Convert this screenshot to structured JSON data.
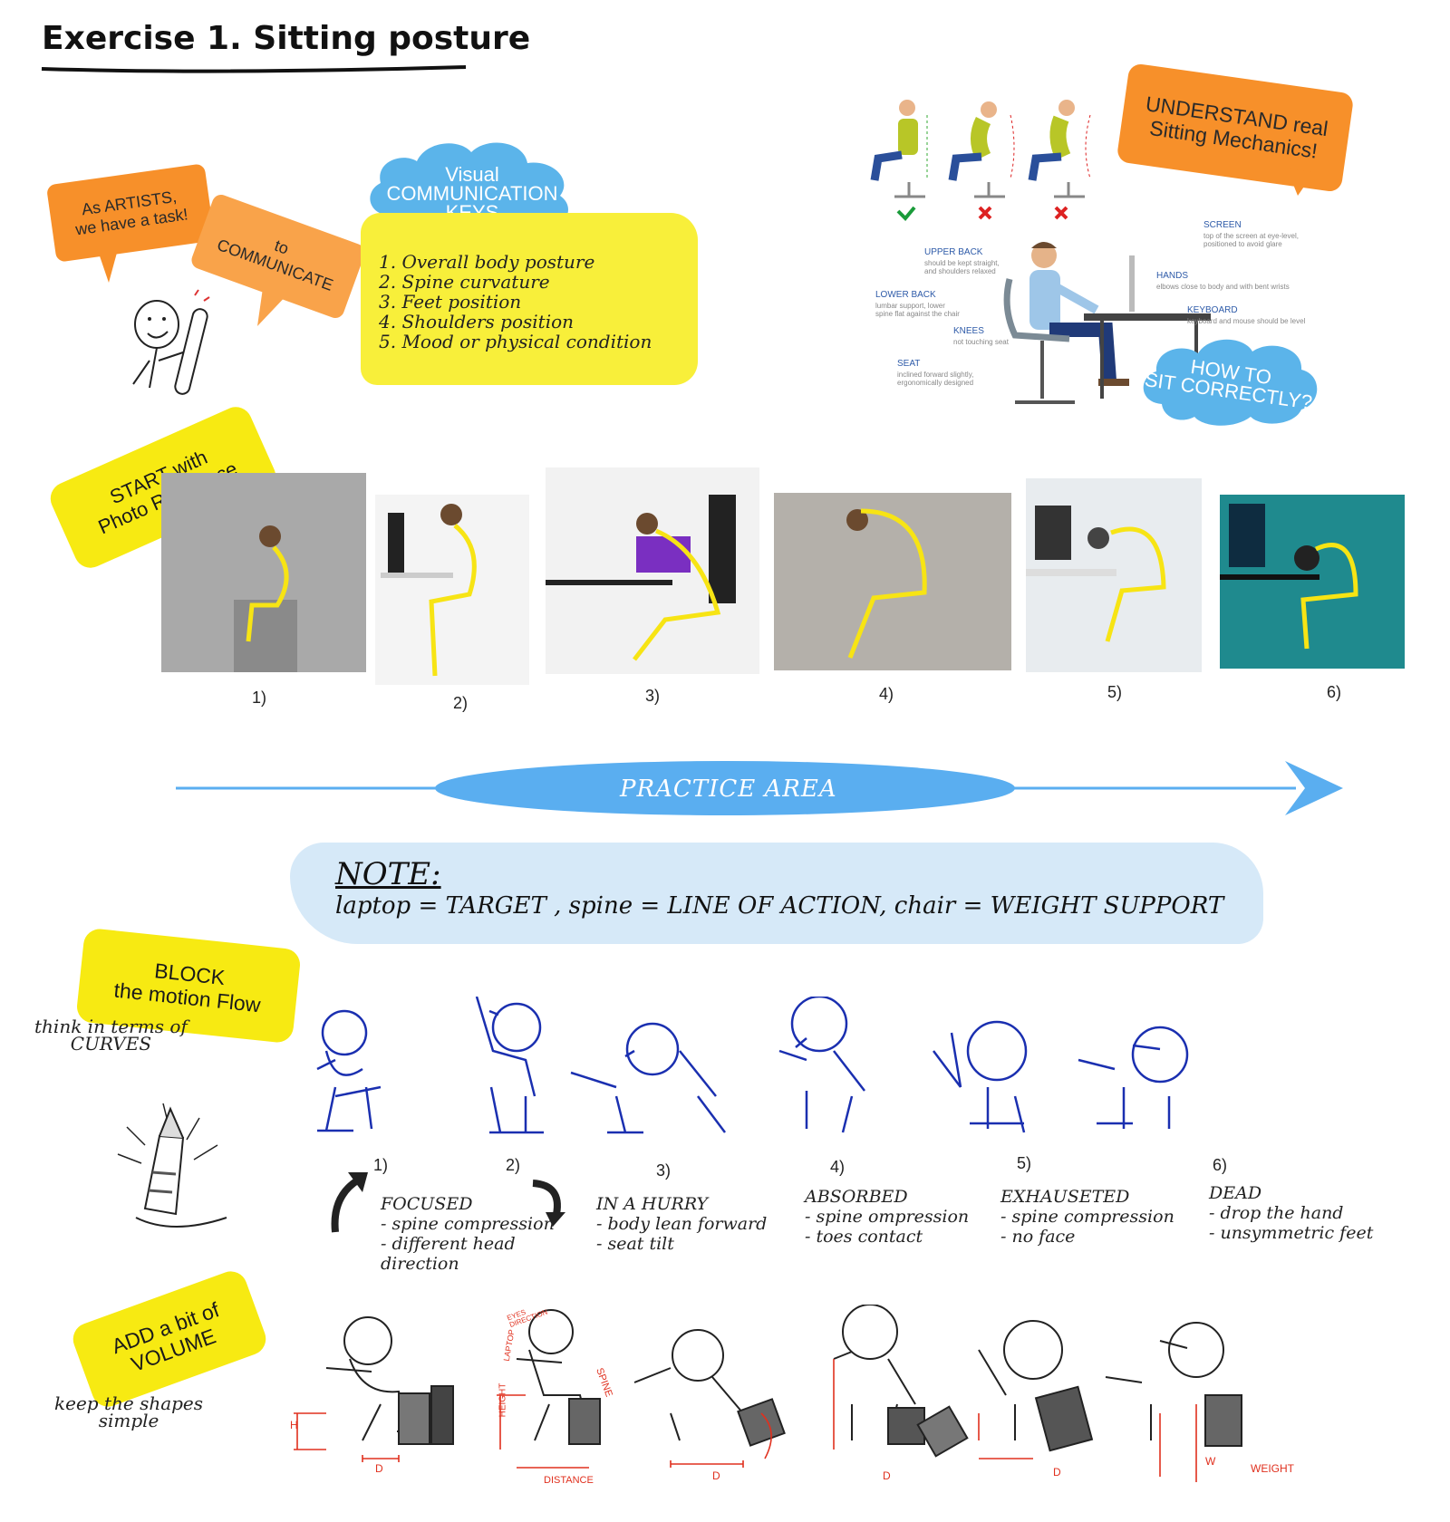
{
  "title": "Exercise 1. Sitting posture",
  "bubbles": {
    "artists": "As ARTISTS,\nwe have a task!",
    "communicate": "to\nCOMMUNICATE",
    "understand": "UNDERSTAND real\nSitting Mechanics!",
    "start": "START with\nPhoto Reference",
    "block": "BLOCK\nthe motion Flow",
    "volume": "ADD a bit of\nVOLUME",
    "how_to": "HOW TO\nSIT CORRECTLY?"
  },
  "visual_keys": {
    "cloud": "Visual\nCOMMUNICATION\nKEYS",
    "items": [
      "1. Overall body posture",
      "2. Spine curvature",
      "3. Feet position",
      "4. Shoulders position",
      "5. Mood or physical condition"
    ]
  },
  "infographic": {
    "screen": {
      "label": "SCREEN",
      "sub": "top of the screen at eye-level,\npositioned to avoid glare"
    },
    "upper_back": {
      "label": "UPPER BACK",
      "sub": "should be kept straight,\nand shoulders relaxed"
    },
    "hands": {
      "label": "HANDS",
      "sub": "elbows close to body and with bent wrists"
    },
    "lower_back": {
      "label": "LOWER BACK",
      "sub": "lumbar support, lower\nspine flat against the chair"
    },
    "keyboard": {
      "label": "KEYBOARD",
      "sub": "keyboard and mouse should be level"
    },
    "knees": {
      "label": "KNEES",
      "sub": "not touching seat"
    },
    "seat": {
      "label": "SEAT",
      "sub": "inclined forward slightly,\nergonomically designed"
    }
  },
  "photos": [
    "1)",
    "2)",
    "3)",
    "4)",
    "5)",
    "6)"
  ],
  "practice": "PRACTICE AREA",
  "note": {
    "title": "NOTE:",
    "body": "laptop = TARGET ,  spine = LINE OF ACTION, chair = WEIGHT SUPPORT"
  },
  "block_hint": "think in terms of\nCURVES",
  "volume_hint": "keep the shapes\nsimple",
  "sketches": [
    {
      "num": "1)",
      "caption": [
        "FOCUSED",
        "- spine compression",
        "- different head",
        "direction"
      ]
    },
    {
      "num": "2)",
      "caption": []
    },
    {
      "num": "3)",
      "caption": [
        "IN A HURRY",
        "- body lean forward",
        "- seat tilt"
      ]
    },
    {
      "num": "4)",
      "caption": [
        "ABSORBED",
        "- spine ompression",
        "- toes contact"
      ]
    },
    {
      "num": "5)",
      "caption": [
        "EXHAUSETED",
        "- spine compression",
        "- no face"
      ]
    },
    {
      "num": "6)",
      "caption": [
        "DEAD",
        "- drop the hand",
        "- unsymmetric feet"
      ]
    }
  ],
  "volume_marks": {
    "h": "H",
    "d": "D",
    "height": "HEIGHT",
    "laptop": "LAPTOP",
    "eyes": "EYES\nDIRECTION",
    "spine": "SPINE",
    "distance": "DISTANCE",
    "w": "W",
    "weight": "WEIGHT"
  },
  "colors": {
    "orange": "#f7902a",
    "yellow": "#f7ea12",
    "cloud_blue": "#5bb4ea",
    "arrow_blue": "#5aaef0",
    "note_blue": "#d6e9f8",
    "sketch_blue": "#1a2fb0",
    "mark_red": "#e0301e"
  }
}
